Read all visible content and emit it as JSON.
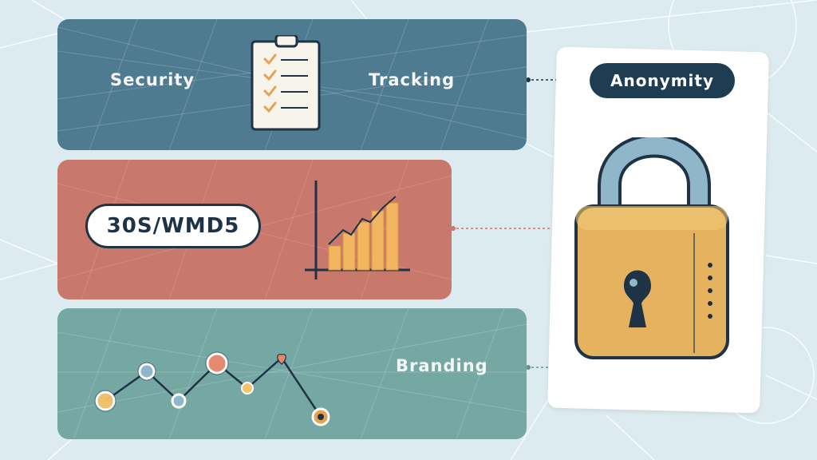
{
  "panels": {
    "top": {
      "left_label": "Security",
      "right_label": "Tracking",
      "color": "#4f7b91"
    },
    "middle": {
      "pill_text": "30S/WMD5",
      "color": "#c8796c"
    },
    "bottom": {
      "label": "Branding",
      "color": "#75a8a3"
    }
  },
  "card": {
    "badge_text": "Anonymity",
    "badge_color": "#1f3d52"
  },
  "icons": {
    "clipboard": "checklist-clipboard-icon",
    "bar_chart": "rising-bar-chart-icon",
    "line_chart": "node-line-chart-icon",
    "lock": "padlock-icon",
    "heart": "heart-icon"
  },
  "colors": {
    "background": "#dcebef",
    "lock_body": "#e5b360",
    "lock_shackle": "#8fb6c9",
    "outline": "#1e3346",
    "accent_orange": "#e8a14f"
  }
}
